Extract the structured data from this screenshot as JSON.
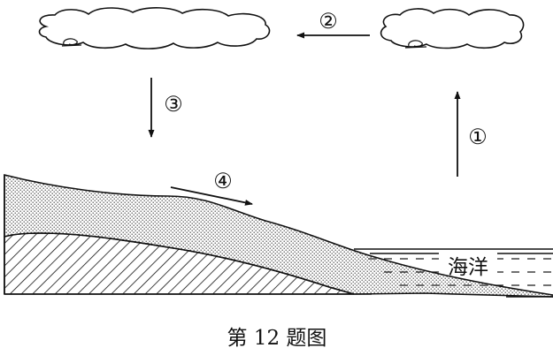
{
  "labels": {
    "arrow1": "①",
    "arrow2": "②",
    "arrow3": "③",
    "arrow4": "④",
    "sea": "海洋"
  },
  "caption": "第 12 题图",
  "colors": {
    "ink": "#111111",
    "background": "#ffffff"
  }
}
